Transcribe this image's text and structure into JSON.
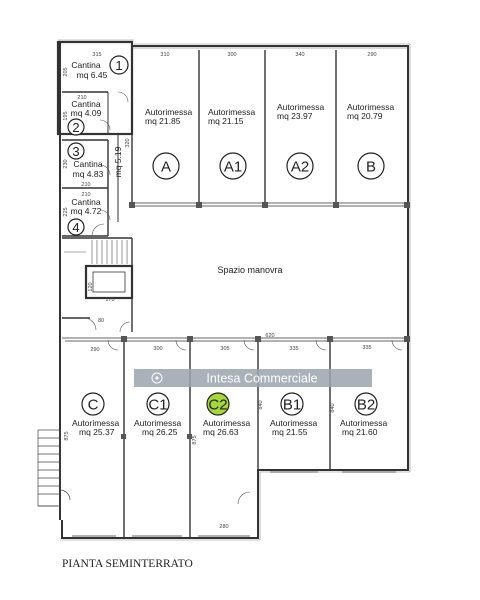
{
  "title": "PIANTA SEMINTERRATO",
  "watermark": "Intesa Commerciale",
  "maneuver_area": "Spazio manovra",
  "highlight_color": "#a5d63a",
  "watermark_color": "#9aa3ad",
  "cellars": [
    {
      "num": "1",
      "name": "Cantina",
      "area": "mq 6.45"
    },
    {
      "num": "2",
      "name": "Cantina",
      "area": "mq 4.09"
    },
    {
      "num": "3",
      "name": "Cantina",
      "area": "mq 4.83"
    },
    {
      "num": "4",
      "name": "Cantina",
      "area": "mq 4.72"
    }
  ],
  "garages_top": [
    {
      "letter": "A",
      "name": "Autorimessa",
      "area": "mq 21.85",
      "width": "310"
    },
    {
      "letter": "A1",
      "name": "Autorimessa",
      "area": "mq 21.15",
      "width": "300"
    },
    {
      "letter": "A2",
      "name": "Autorimessa",
      "area": "mq 23.97",
      "width": "340"
    },
    {
      "letter": "B",
      "name": "Autorimessa",
      "area": "mq 20.79",
      "width": "290"
    }
  ],
  "garages_bottom": [
    {
      "letter": "C",
      "name": "Autorimessa",
      "area": "mq 25.37",
      "width": "290"
    },
    {
      "letter": "C1",
      "name": "Autorimessa",
      "area": "mq 26.25",
      "width": "300"
    },
    {
      "letter": "C2",
      "name": "Autorimessa",
      "area": "mq 26.63",
      "width": "305"
    },
    {
      "letter": "B1",
      "name": "Autorimessa",
      "area": "mq 21.55",
      "width": "335"
    },
    {
      "letter": "B2",
      "name": "Autorimessa",
      "area": "mq 21.60",
      "width": "335"
    }
  ],
  "dimensions": {
    "cellar_1_width": "315",
    "cellar_1_depth": "205",
    "cellar_2_width": "210",
    "cellar_2_depth": "195",
    "cellar_3_width": "210",
    "cellar_3_depth": "230",
    "cellar_4_width": "210",
    "cellar_4_depth": "225",
    "corridor_length": "320",
    "corridor_area": "mq 5.19",
    "stair_width": "170",
    "stair_landing": "120",
    "passage": "80",
    "aisle_width": "620",
    "c2_back_width": "280",
    "c_depth": "875",
    "c2_depth": "875",
    "b1_depth": "840",
    "b2_depth": "840"
  }
}
